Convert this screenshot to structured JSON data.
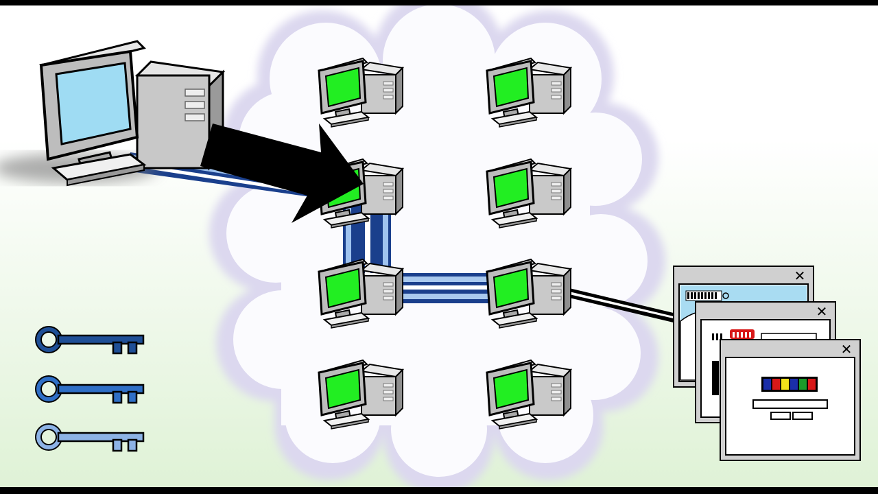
{
  "diagram": {
    "colors": {
      "background_top": "#ffffff",
      "background_bottom": "#dff2d6",
      "frame": "#000000",
      "cloud_fill": "#f8f8fc",
      "cloud_edge": "#d9d6ee",
      "screen_green": "#22ee22",
      "screen_blue": "#9fdcf3",
      "case_gray": "#c9c9c9",
      "cable_blue": "#2f63c4",
      "cable_light": "#a9c9ee",
      "arrow": "#000000",
      "key_dark": "#1f4f96",
      "key_mid": "#2f6fc6",
      "key_light": "#8db3e6"
    },
    "source_computer": {
      "icon": "desktop-computer-icon",
      "screen": "light-blue"
    },
    "network_nodes": [
      {
        "id": "n1",
        "icon": "desktop-computer-icon",
        "screen": "green"
      },
      {
        "id": "n2",
        "icon": "desktop-computer-icon",
        "screen": "green"
      },
      {
        "id": "n3",
        "icon": "desktop-computer-icon",
        "screen": "green"
      },
      {
        "id": "n4",
        "icon": "desktop-computer-icon",
        "screen": "green"
      },
      {
        "id": "n5",
        "icon": "desktop-computer-icon",
        "screen": "green"
      },
      {
        "id": "n6",
        "icon": "desktop-computer-icon",
        "screen": "green"
      },
      {
        "id": "n7",
        "icon": "desktop-computer-icon",
        "screen": "green"
      },
      {
        "id": "n8",
        "icon": "desktop-computer-icon",
        "screen": "green"
      }
    ],
    "route": [
      "source",
      "n3",
      "n5",
      "n6",
      "windows"
    ],
    "keys": [
      {
        "icon": "key-icon",
        "shade": "dark"
      },
      {
        "icon": "key-icon",
        "shade": "mid"
      },
      {
        "icon": "key-icon",
        "shade": "light"
      }
    ],
    "windows": [
      {
        "icon": "browser-window-icon",
        "close_glyph": "✕"
      },
      {
        "icon": "browser-window-icon",
        "close_glyph": "✕"
      },
      {
        "icon": "browser-window-icon",
        "close_glyph": "✕"
      }
    ],
    "color_swatches": [
      "#1a2ea8",
      "#d81818",
      "#f2e21a",
      "#1a2ea8",
      "#1a9a2a",
      "#d81818"
    ]
  }
}
